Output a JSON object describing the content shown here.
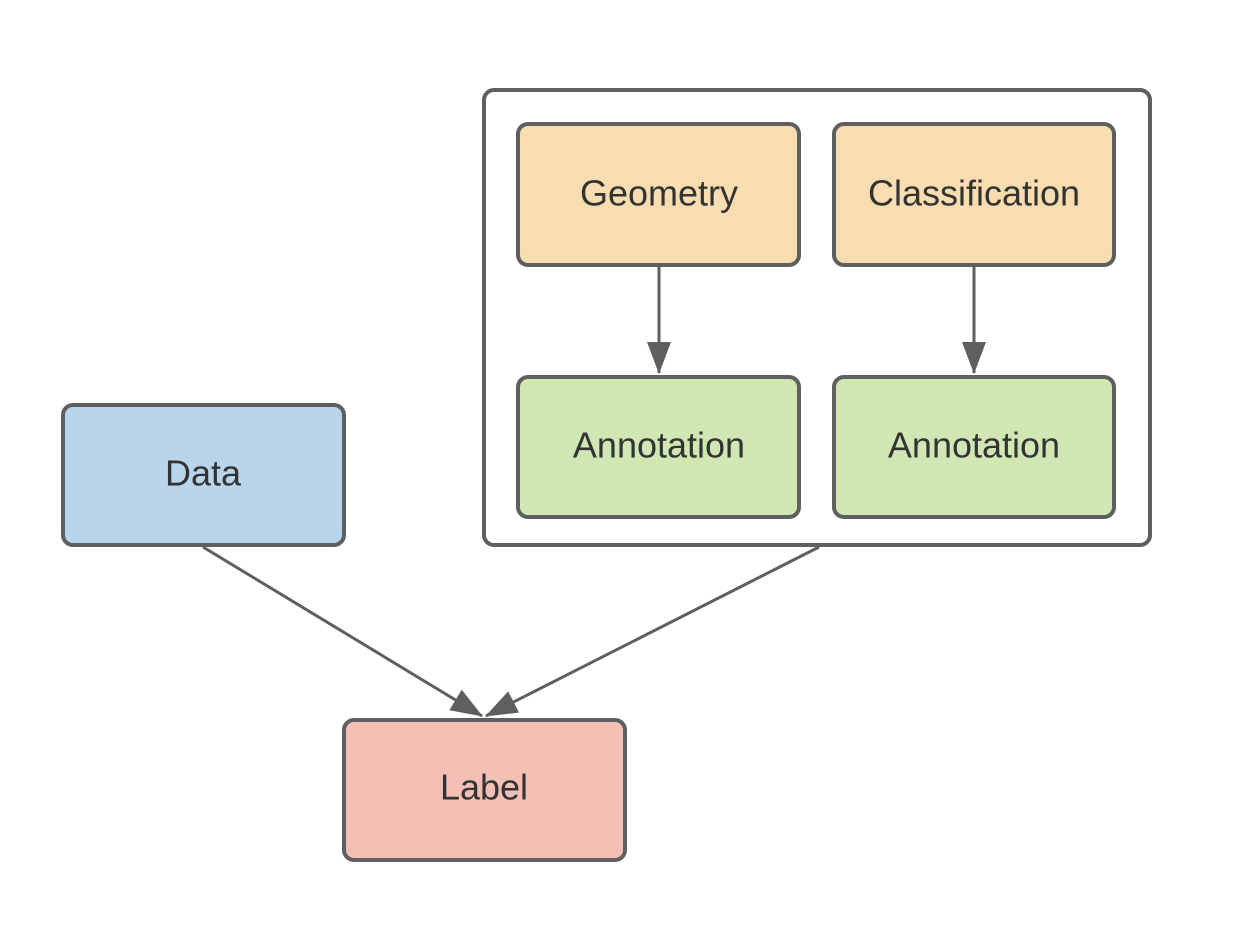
{
  "colors": {
    "stroke": "#5f5f5f",
    "data_fill": "#b9d5ec",
    "label_fill": "#f4c0b6",
    "source_fill": "#f8ddb0",
    "annotation_fill": "#d0e6b3",
    "group_fill": "#ffffff",
    "text": "#333333"
  },
  "nodes": {
    "data": "Data",
    "label": "Label",
    "geometry": "Geometry",
    "classification": "Classification",
    "annotation_left": "Annotation",
    "annotation_right": "Annotation"
  },
  "edges": [
    {
      "from": "geometry",
      "to": "annotation_left"
    },
    {
      "from": "classification",
      "to": "annotation_right"
    },
    {
      "from": "data",
      "to": "label"
    },
    {
      "from": "annotation-group",
      "to": "label"
    }
  ]
}
